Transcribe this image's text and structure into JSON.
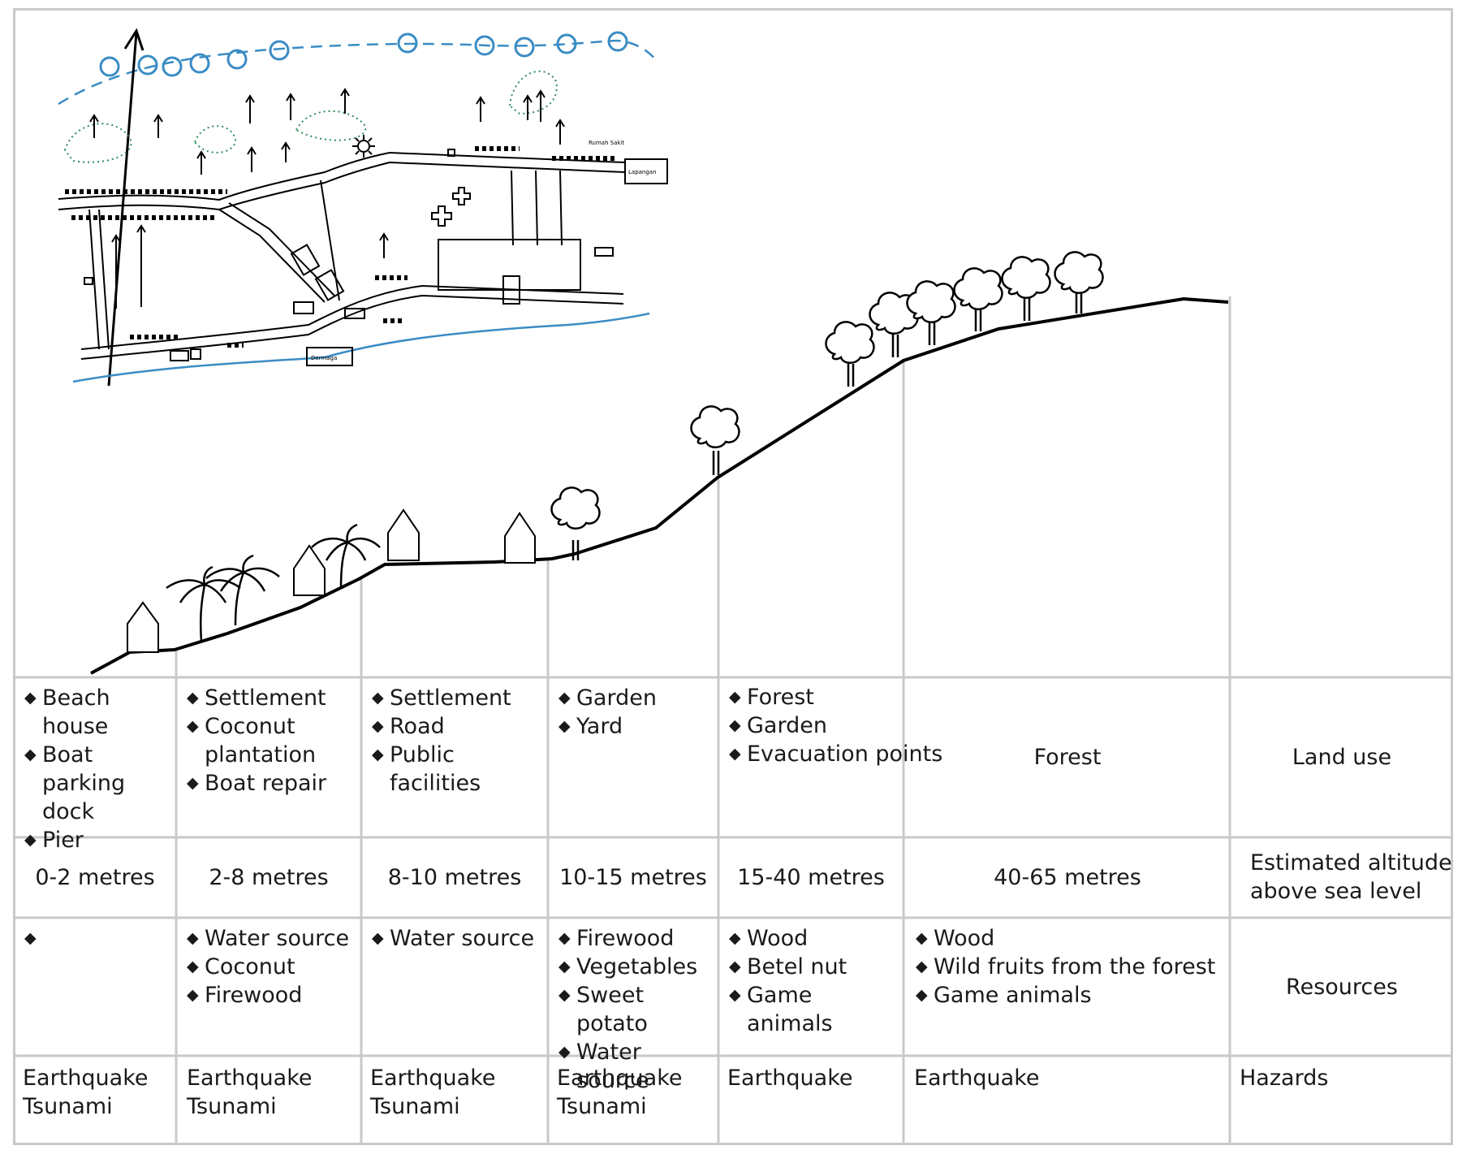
{
  "columns": [
    {
      "land_use": [
        "Beach house",
        "Boat parking dock",
        "Pier"
      ],
      "altitude": "0-2 metres",
      "resources": [
        ""
      ],
      "hazards": [
        "Earthquake",
        "Tsunami"
      ]
    },
    {
      "land_use": [
        "Settlement",
        "Coconut plantation",
        "Boat repair"
      ],
      "altitude": "2-8 metres",
      "resources": [
        "Water source",
        "Coconut",
        "Firewood"
      ],
      "hazards": [
        "Earthquake",
        "Tsunami"
      ]
    },
    {
      "land_use": [
        "Settlement",
        "Road",
        "Public facilities"
      ],
      "altitude": "8-10 metres",
      "resources": [
        "Water source"
      ],
      "hazards": [
        "Earthquake",
        "Tsunami"
      ]
    },
    {
      "land_use": [
        "Garden",
        "Yard"
      ],
      "altitude": "10-15 metres",
      "resources": [
        "Firewood",
        "Vegetables",
        "Sweet potato",
        "Water source"
      ],
      "hazards": [
        "Earthquake",
        "Tsunami"
      ]
    },
    {
      "land_use": [
        "Forest",
        "Garden",
        "Evacuation points"
      ],
      "altitude": "15-40 metres",
      "resources": [
        "Wood",
        "Betel nut",
        "Game animals"
      ],
      "hazards": [
        "Earthquake"
      ]
    },
    {
      "land_use_text": "Forest",
      "altitude": "40-65 metres",
      "resources": [
        "Wood",
        "Wild fruits from the forest",
        "Game animals"
      ],
      "hazards": [
        "Earthquake"
      ]
    }
  ],
  "row_labels": {
    "land_use": "Land use",
    "altitude": [
      "Estimated altitude",
      "above sea level"
    ],
    "resources": "Resources",
    "hazards": "Hazards"
  },
  "map_labels": {
    "top_right_small": "Rumah Sakit",
    "right_box": "Lapangan",
    "bottom_box": "Dermaga"
  },
  "colors": {
    "border": "#c9c9c9",
    "line": "#000000",
    "water": "#3a8cc4",
    "vegetation": "#2e8b57"
  }
}
